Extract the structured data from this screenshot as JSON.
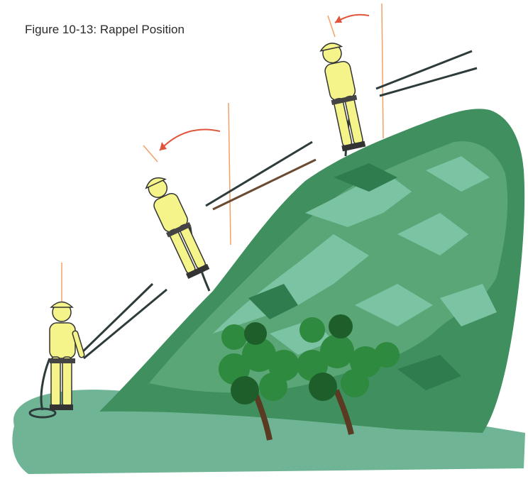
{
  "figure": {
    "caption": "Figure 10-13: Rappel Position"
  },
  "colors": {
    "background": "#ffffff",
    "ground": "#6fb595",
    "cliff_dark": "#3f8f5f",
    "cliff_mid": "#5aa677",
    "cliff_light": "#7cc3a4",
    "climber_suit": "#f4f48a",
    "climber_outline": "#333333",
    "rope": "#2e3b3b",
    "rope_brown": "#6b4a32",
    "plumb_line": "#f3a066",
    "rotation_arrow": "#e0553a",
    "bush_leaf": "#2e8a3e",
    "bush_dark": "#1d5e2a",
    "bush_trunk": "#5a3a22"
  },
  "figures": [
    {
      "id": "climber-bottom",
      "description_icon": "rappelling-climber-icon"
    },
    {
      "id": "climber-middle",
      "description_icon": "rappelling-climber-icon"
    },
    {
      "id": "climber-top",
      "description_icon": "rappelling-climber-icon"
    }
  ]
}
